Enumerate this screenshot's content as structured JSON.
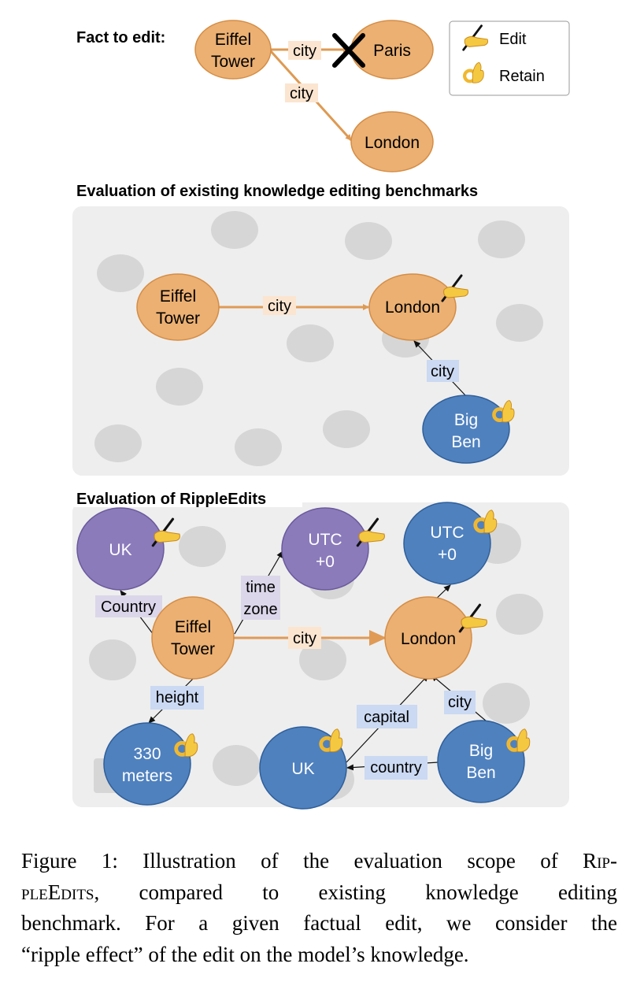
{
  "colors": {
    "orange": "#ebb072",
    "orange_stroke": "#d58d45",
    "purple": "#8b7bbb",
    "blue": "#4f81bf",
    "panel": "#eeeeee",
    "gray_blob": "#d6d6d6",
    "label_orange": "#fbe5d0",
    "label_purple": "#dcd6ea",
    "label_blue": "#cbd9f2"
  },
  "top": {
    "heading": "Fact to edit:",
    "nodes": {
      "eiffel": [
        "Eiffel",
        "Tower"
      ],
      "paris": "Paris",
      "london": "London"
    },
    "edge_labels": {
      "old": "city",
      "new": "city"
    },
    "removed_icon": "x-mark-icon"
  },
  "legend": {
    "edit": {
      "icon": "writing-hand-icon",
      "label": "Edit"
    },
    "retain": {
      "icon": "ok-hand-icon",
      "label": "Retain"
    }
  },
  "existing": {
    "title": "Evaluation of existing knowledge editing benchmarks",
    "nodes": {
      "eiffel": [
        "Eiffel",
        "Tower"
      ],
      "london": "London",
      "bigben": [
        "Big",
        "Ben"
      ]
    },
    "edge_labels": {
      "eiffel_london": "city",
      "bigben_london": "city"
    }
  },
  "ripple": {
    "title": "Evaluation of RippleEdits",
    "nodes": {
      "uk_edit": "UK",
      "utc_edit": [
        "UTC",
        "+0"
      ],
      "utc_retain": [
        "UTC",
        "+0"
      ],
      "eiffel": [
        "Eiffel",
        "Tower"
      ],
      "london": "London",
      "height": [
        "330",
        "meters"
      ],
      "uk_retain": "UK",
      "bigben": [
        "Big",
        "Ben"
      ]
    },
    "edge_labels": {
      "country": "Country",
      "timezone": [
        "time",
        "zone"
      ],
      "city": "city",
      "height": "height",
      "capital": "capital",
      "bigben_city": "city",
      "bigben_country": "country"
    }
  },
  "caption": {
    "line1": "Figure 1: Illustration of the evaluation scope of ",
    "line1_sc": "Rip-",
    "line2_sc": "pleEdits",
    "line2": ", compared to existing knowledge editing",
    "line3": "benchmark. For a given factual edit, we consider the",
    "line4": "“ripple effect” of the edit on the model’s knowledge."
  }
}
